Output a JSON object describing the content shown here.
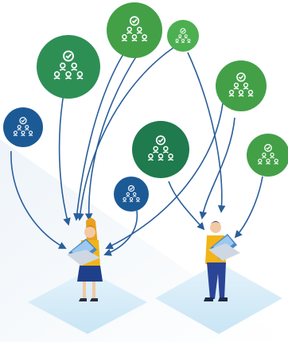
{
  "illustration": {
    "icon_name": "team-hierarchy-check-icon",
    "colors": {
      "navy_circle": "#1c5a96",
      "dark_green_circle": "#1f7a4e",
      "mid_green_circle": "#2e8f55",
      "light_green_circle": "#43a047",
      "arrow": "#2a5e9a",
      "platform": "#d6ecf8",
      "person_left_shirt": "#f2b417",
      "person_left_skirt": "#1f3f8a",
      "person_right_shirt": "#f2b417",
      "person_right_pants": "#2a4596",
      "laptop": "#4a86c8"
    },
    "circles": [
      {
        "name": "circle-navy-left",
        "color": "navy"
      },
      {
        "name": "circle-green-large",
        "color": "mid_green"
      },
      {
        "name": "circle-green-top",
        "color": "light_green"
      },
      {
        "name": "circle-green-small",
        "color": "light_green"
      },
      {
        "name": "circle-green-right",
        "color": "light_green"
      },
      {
        "name": "circle-green-middle",
        "color": "dark_green"
      },
      {
        "name": "circle-navy-small",
        "color": "navy"
      },
      {
        "name": "circle-green-far-right",
        "color": "light_green"
      }
    ]
  }
}
